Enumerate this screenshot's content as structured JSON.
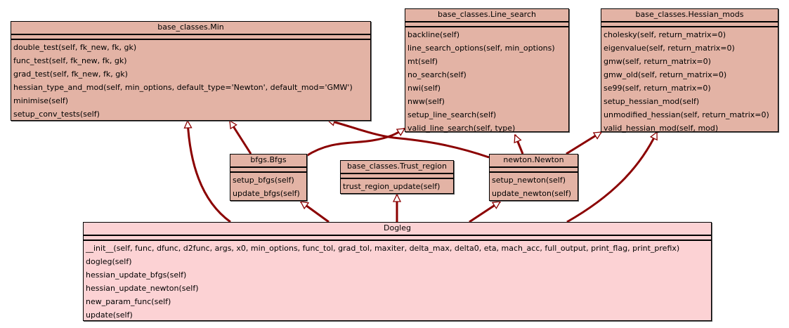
{
  "diagram": {
    "type": "uml-class-inheritance",
    "colors": {
      "base_fill": "#e3b3a5",
      "child_fill": "#fcd2d4",
      "edge": "#8b0000",
      "border": "#000000"
    },
    "classes": {
      "min": {
        "name": "base_classes.Min",
        "methods": [
          "double_test(self, fk_new, fk, gk)",
          "func_test(self, fk_new, fk, gk)",
          "grad_test(self, fk_new, fk, gk)",
          "hessian_type_and_mod(self, min_options, default_type='Newton', default_mod='GMW')",
          "minimise(self)",
          "setup_conv_tests(self)"
        ]
      },
      "line_search": {
        "name": "base_classes.Line_search",
        "methods": [
          "backline(self)",
          "line_search_options(self, min_options)",
          "mt(self)",
          "no_search(self)",
          "nwi(self)",
          "nww(self)",
          "setup_line_search(self)",
          "valid_line_search(self, type)"
        ]
      },
      "hessian_mods": {
        "name": "base_classes.Hessian_mods",
        "methods": [
          "cholesky(self, return_matrix=0)",
          "eigenvalue(self, return_matrix=0)",
          "gmw(self, return_matrix=0)",
          "gmw_old(self, return_matrix=0)",
          "se99(self, return_matrix=0)",
          "setup_hessian_mod(self)",
          "unmodified_hessian(self, return_matrix=0)",
          "valid_hessian_mod(self, mod)"
        ]
      },
      "bfgs": {
        "name": "bfgs.Bfgs",
        "methods": [
          "setup_bfgs(self)",
          "update_bfgs(self)"
        ]
      },
      "trust_region": {
        "name": "base_classes.Trust_region",
        "methods": [
          "trust_region_update(self)"
        ]
      },
      "newton": {
        "name": "newton.Newton",
        "methods": [
          "setup_newton(self)",
          "update_newton(self)"
        ]
      },
      "dogleg": {
        "name": "Dogleg",
        "methods": [
          "__init__(self, func, dfunc, d2func, args, x0, min_options, func_tol, grad_tol, maxiter, delta_max, delta0, eta, mach_acc, full_output, print_flag, print_prefix)",
          "dogleg(self)",
          "hessian_update_bfgs(self)",
          "hessian_update_newton(self)",
          "new_param_func(self)",
          "update(self)"
        ]
      }
    },
    "inheritance": [
      {
        "from": "bfgs",
        "to": "min"
      },
      {
        "from": "bfgs",
        "to": "line_search"
      },
      {
        "from": "newton",
        "to": "min"
      },
      {
        "from": "newton",
        "to": "line_search"
      },
      {
        "from": "newton",
        "to": "hessian_mods"
      },
      {
        "from": "dogleg",
        "to": "min"
      },
      {
        "from": "dogleg",
        "to": "bfgs"
      },
      {
        "from": "dogleg",
        "to": "trust_region"
      },
      {
        "from": "dogleg",
        "to": "newton"
      },
      {
        "from": "dogleg",
        "to": "hessian_mods"
      }
    ]
  }
}
